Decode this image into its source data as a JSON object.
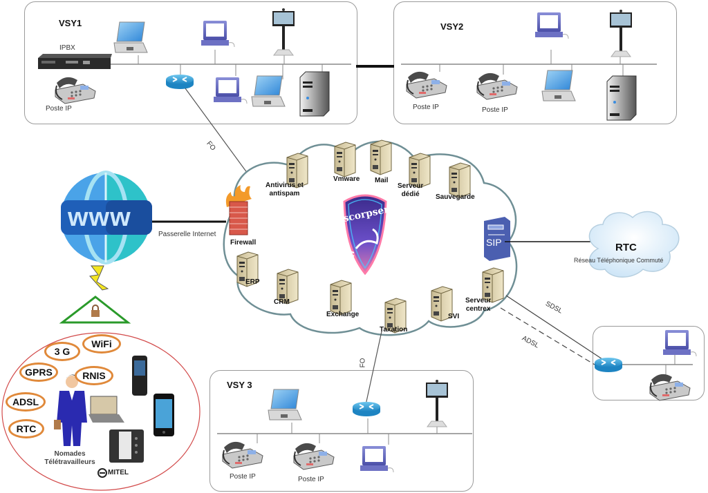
{
  "sites": {
    "vsy1": {
      "title": "VSY1",
      "ipbx_label": "IPBX",
      "phone_label": "Poste IP"
    },
    "vsy2": {
      "title": "VSY2",
      "phone_labels": [
        "Poste IP",
        "Poste IP"
      ]
    },
    "vsy3": {
      "title": "VSY 3",
      "phone_labels": [
        "Poste IP",
        "Poste IP"
      ]
    }
  },
  "links": {
    "fo_top": "FO",
    "fo_bottom": "FO",
    "internet_gateway": "Passerelle Internet",
    "sdsl": "SDSL",
    "adsl": "ADSL"
  },
  "cloud": {
    "logo_text": "scorpsen",
    "servers": [
      {
        "label_lines": [
          "Antivirus et",
          "antispam"
        ]
      },
      {
        "label_lines": [
          "Vmware"
        ]
      },
      {
        "label_lines": [
          "Mail"
        ]
      },
      {
        "label_lines": [
          "Serveur",
          "dédié"
        ]
      },
      {
        "label_lines": [
          "Sauvegarde"
        ]
      },
      {
        "label_lines": [
          "ERP"
        ]
      },
      {
        "label_lines": [
          "CRM"
        ]
      },
      {
        "label_lines": [
          "Exchange"
        ]
      },
      {
        "label_lines": [
          "Taxation"
        ]
      },
      {
        "label_lines": [
          "SVI"
        ]
      },
      {
        "label_lines": [
          "Serveur",
          "centrex"
        ]
      }
    ],
    "firewall_label": "Firewall",
    "sip_label": "SIP"
  },
  "rtc": {
    "title": "RTC",
    "subtitle": "Réseau Téléphonique Commuté"
  },
  "internet": {
    "label": "www"
  },
  "nomads": {
    "access_types": [
      "3 G",
      "WiFi",
      "GPRS",
      "RNIS",
      "ADSL",
      "RTC"
    ],
    "caption_lines": [
      "Nomades",
      "Télétravailleurs"
    ],
    "brand": "MITEL"
  }
}
